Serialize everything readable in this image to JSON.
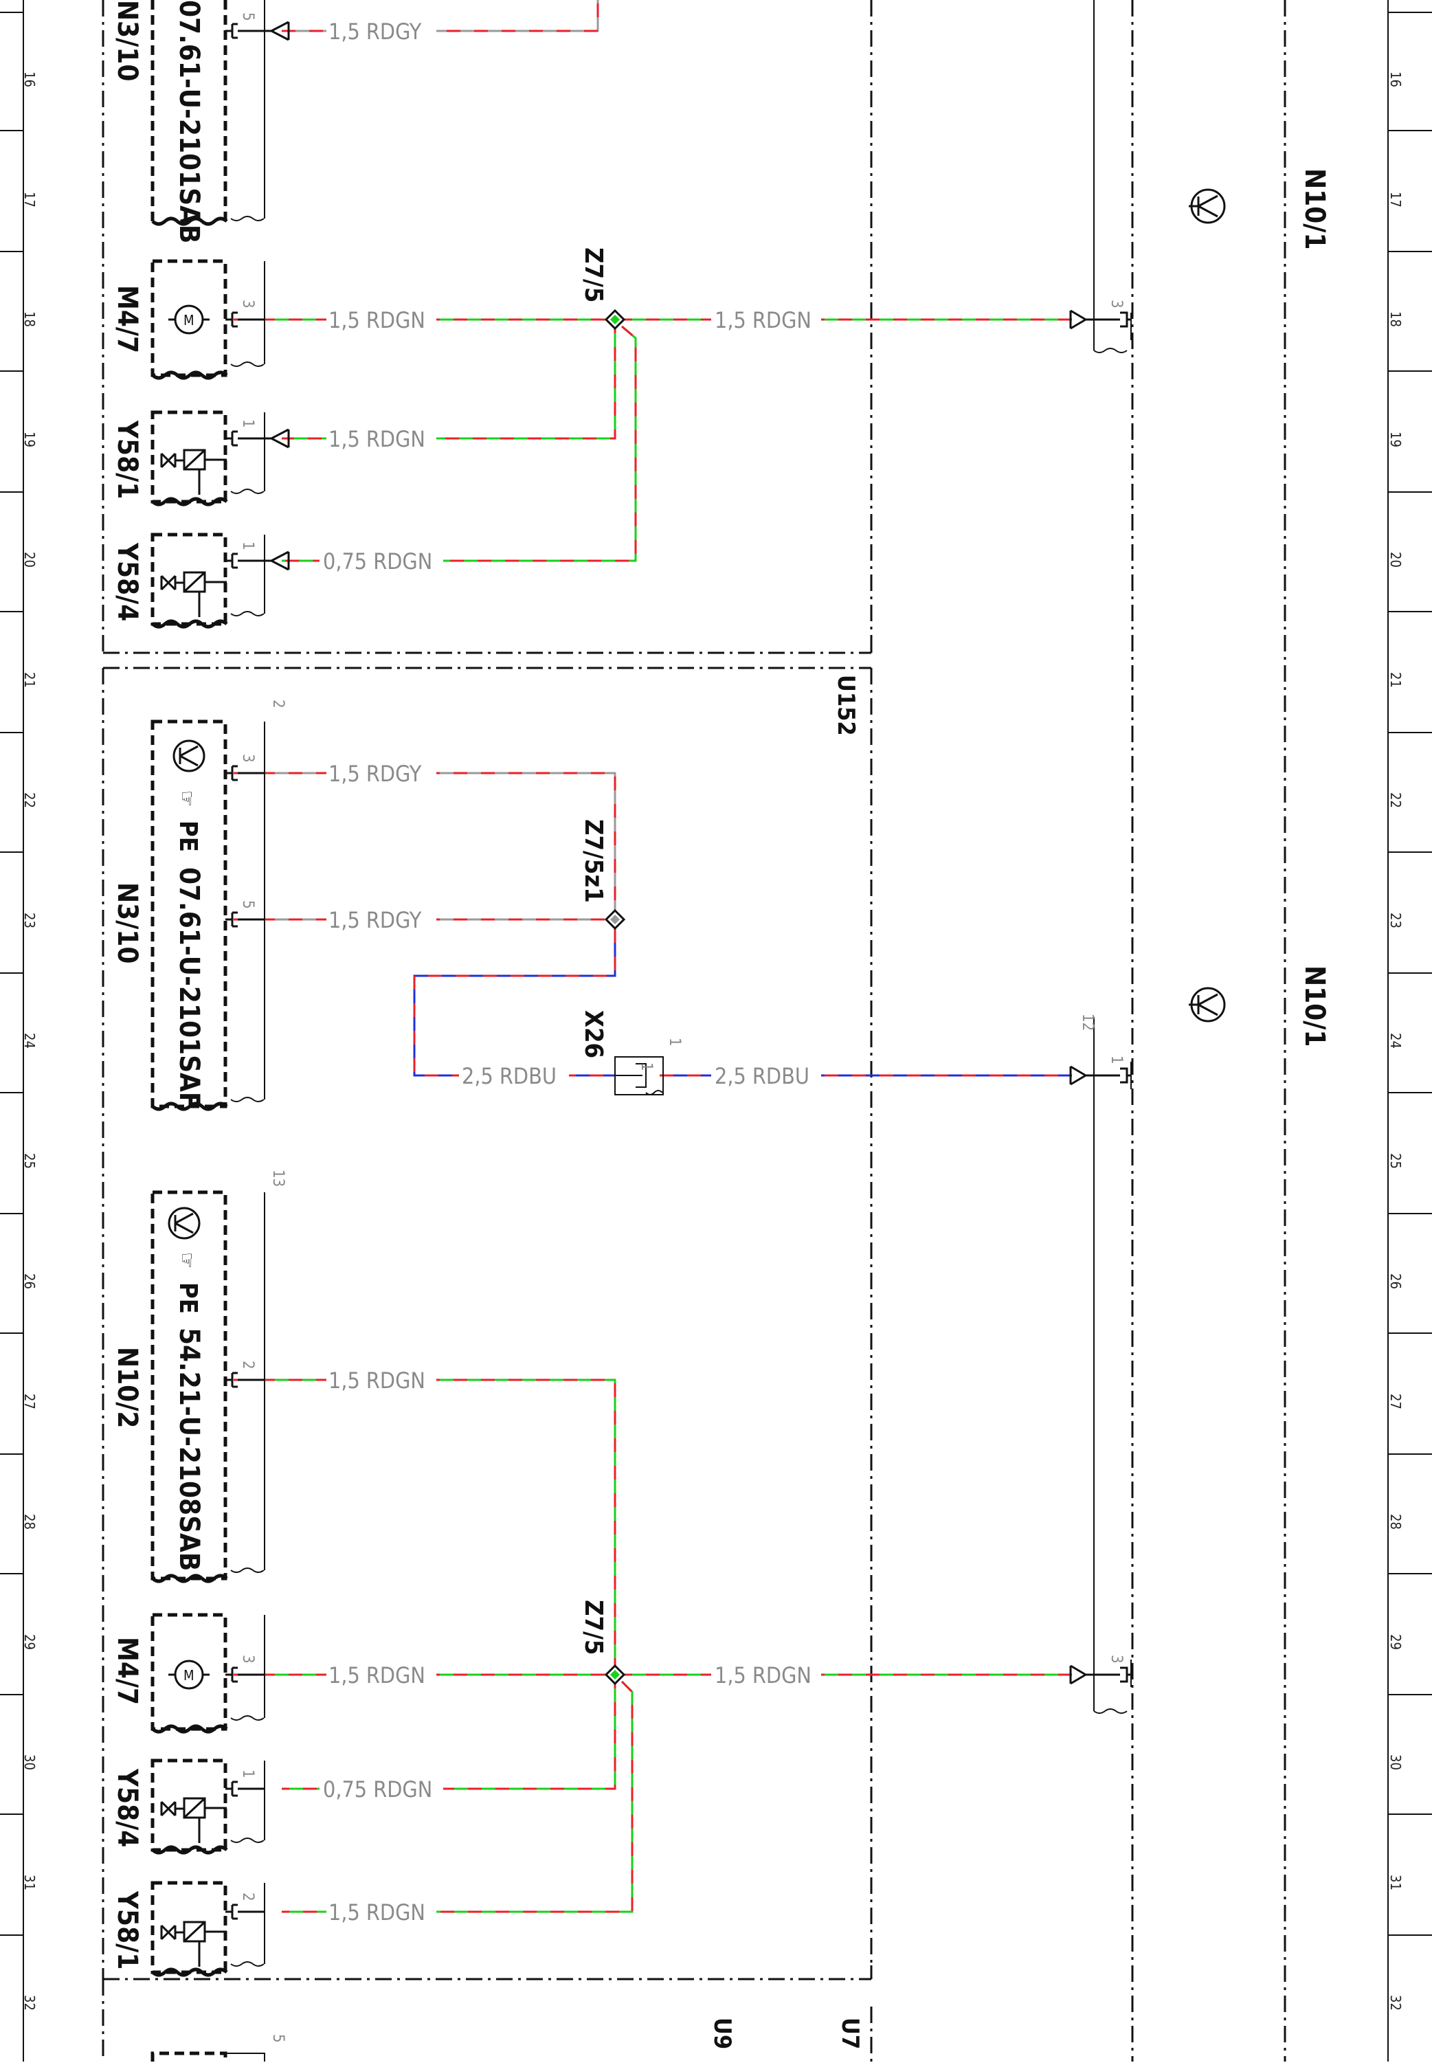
{
  "row_labels": [
    "16",
    "17",
    "18",
    "19",
    "20",
    "21",
    "22",
    "23",
    "24",
    "25",
    "26",
    "27",
    "28",
    "29",
    "30",
    "31",
    "32"
  ],
  "component_labels": {
    "n3_10_top": "N3/10",
    "part_top": "07.61-U-2101SAB",
    "m4_7_top": "M4/7",
    "y58_1_top": "Y58/1",
    "y58_4_top": "Y58/4",
    "n3_10_mid": "N3/10",
    "part_mid": "07.61-U-2101SAF",
    "n10_2": "N10/2",
    "part_lower": "54.21-U-2108SAB",
    "m4_7_bottom": "M4/7",
    "y58_4_bottom": "Y58/4",
    "y58_1_bottom": "Y58/1",
    "n10_1_top": "N10/1",
    "n10_1_mid": "N10/1"
  },
  "module_labels": {
    "u152": "U152",
    "u9": "U9",
    "u7": "U7"
  },
  "splice_labels": {
    "z7_5_top": "Z7/5",
    "z7_5z1": "Z7/5z1",
    "z7_5_bottom": "Z7/5",
    "x26": "X26"
  },
  "pe_labels": {
    "pe_mid": "PE",
    "pe_lower": "PE"
  },
  "wire_labels": {
    "w_top_rdgy": "1,5 RDGY",
    "w_m4_7_top": "1,5 RDGN",
    "w_z7_5_right_top": "1,5 RDGN",
    "w_y58_1_top": "1,5 RDGN",
    "w_y58_4_top": "0,75 RDGN",
    "w_n3_10_p3": "1,5 RDGY",
    "w_n3_10_p5": "1,5 RDGY",
    "w_x26_left": "2,5 RDBU",
    "w_x26_right": "2,5 RDBU",
    "w_n10_2_p2": "1,5 RDGN",
    "w_m4_7_bottom": "1,5 RDGN",
    "w_z7_5_right_bottom": "1,5 RDGN",
    "w_y58_4_bottom": "0,75 RDGN",
    "w_y58_1_bottom": "1,5 RDGN"
  },
  "pin_labels": {
    "p_top5": "5",
    "p_m4_7_top": "3",
    "p_y58_1_top": "1",
    "p_y58_4_top": "1",
    "p_n10_1_3_top": "3",
    "p_n3_10_2": "2",
    "p_n3_10_3": "3",
    "p_n3_10_5": "5",
    "p_x26_1": "1",
    "p_x26_box": "1",
    "p_n10_1_12": "12",
    "p_n10_1_1": "1",
    "p_n10_2_13": "13",
    "p_n10_2_2": "2",
    "p_m4_7_bottom": "3",
    "p_y58_4_bottom": "1",
    "p_y58_1_bottom": "2",
    "p_n10_1_3_bottom": "3",
    "p_bottom5": "5"
  },
  "colors": {
    "red": "#e8202a",
    "green": "#19d219",
    "grey": "#9a9a9a",
    "blue": "#2030d8",
    "ink": "#111111"
  }
}
